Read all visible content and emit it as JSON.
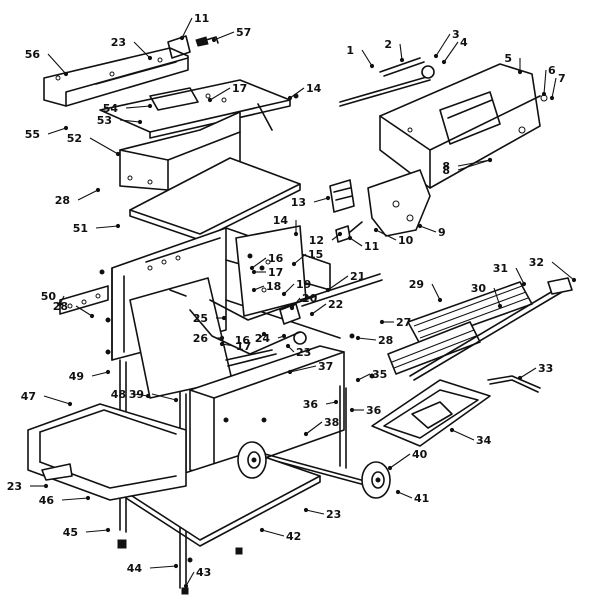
{
  "callouts": [
    {
      "id": "c1",
      "label": "1"
    },
    {
      "id": "c2",
      "label": "2"
    },
    {
      "id": "c3",
      "label": "3"
    },
    {
      "id": "c4",
      "label": "4"
    },
    {
      "id": "c5",
      "label": "5"
    },
    {
      "id": "c6",
      "label": "6"
    },
    {
      "id": "c7",
      "label": "7"
    },
    {
      "id": "c8a",
      "label": "8"
    },
    {
      "id": "c8b",
      "label": "8"
    },
    {
      "id": "c9",
      "label": "9"
    },
    {
      "id": "c10",
      "label": "10"
    },
    {
      "id": "c11a",
      "label": "11"
    },
    {
      "id": "c11b",
      "label": "11"
    },
    {
      "id": "c12",
      "label": "12"
    },
    {
      "id": "c13",
      "label": "13"
    },
    {
      "id": "c14a",
      "label": "14"
    },
    {
      "id": "c14b",
      "label": "14"
    },
    {
      "id": "c15",
      "label": "15"
    },
    {
      "id": "c16a",
      "label": "16"
    },
    {
      "id": "c16b",
      "label": "16"
    },
    {
      "id": "c17a",
      "label": "17"
    },
    {
      "id": "c17b",
      "label": "17"
    },
    {
      "id": "c17c",
      "label": "17"
    },
    {
      "id": "c18",
      "label": "18"
    },
    {
      "id": "c19",
      "label": "19"
    },
    {
      "id": "c20",
      "label": "20"
    },
    {
      "id": "c21",
      "label": "21"
    },
    {
      "id": "c22",
      "label": "22"
    },
    {
      "id": "c23a",
      "label": "23"
    },
    {
      "id": "c23b",
      "label": "23"
    },
    {
      "id": "c23c",
      "label": "23"
    },
    {
      "id": "c23d",
      "label": "23"
    },
    {
      "id": "c24",
      "label": "24"
    },
    {
      "id": "c25",
      "label": "25"
    },
    {
      "id": "c26",
      "label": "26"
    },
    {
      "id": "c27",
      "label": "27"
    },
    {
      "id": "c28a",
      "label": "28"
    },
    {
      "id": "c28b",
      "label": "28"
    },
    {
      "id": "c28c",
      "label": "28"
    },
    {
      "id": "c29",
      "label": "29"
    },
    {
      "id": "c30",
      "label": "30"
    },
    {
      "id": "c31",
      "label": "31"
    },
    {
      "id": "c32",
      "label": "32"
    },
    {
      "id": "c33",
      "label": "33"
    },
    {
      "id": "c34",
      "label": "34"
    },
    {
      "id": "c35",
      "label": "35"
    },
    {
      "id": "c36a",
      "label": "36"
    },
    {
      "id": "c36b",
      "label": "36"
    },
    {
      "id": "c37",
      "label": "37"
    },
    {
      "id": "c38",
      "label": "38"
    },
    {
      "id": "c39",
      "label": "39"
    },
    {
      "id": "c40",
      "label": "40"
    },
    {
      "id": "c41",
      "label": "41"
    },
    {
      "id": "c42",
      "label": "42"
    },
    {
      "id": "c43",
      "label": "43"
    },
    {
      "id": "c44",
      "label": "44"
    },
    {
      "id": "c45",
      "label": "45"
    },
    {
      "id": "c46",
      "label": "46"
    },
    {
      "id": "c47",
      "label": "47"
    },
    {
      "id": "c48",
      "label": "48"
    },
    {
      "id": "c49",
      "label": "49"
    },
    {
      "id": "c50",
      "label": "50"
    },
    {
      "id": "c51",
      "label": "51"
    },
    {
      "id": "c52",
      "label": "52"
    },
    {
      "id": "c53",
      "label": "53"
    },
    {
      "id": "c54",
      "label": "54"
    },
    {
      "id": "c55",
      "label": "55"
    },
    {
      "id": "c56",
      "label": "56"
    },
    {
      "id": "c57",
      "label": "57"
    }
  ]
}
